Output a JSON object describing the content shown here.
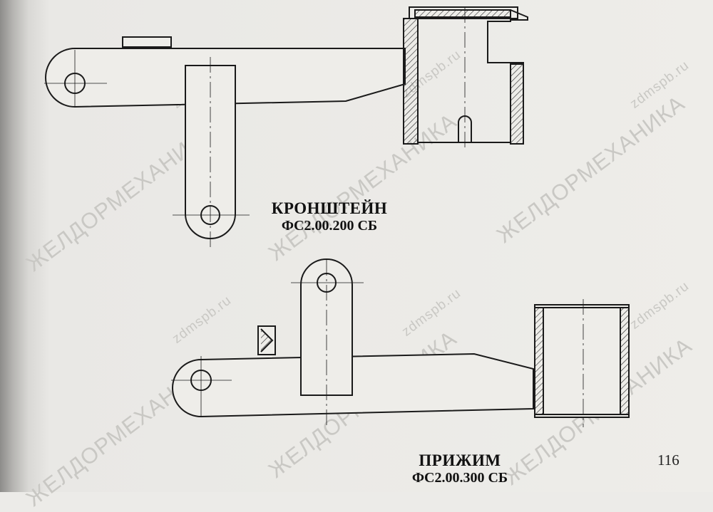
{
  "drawing1": {
    "title": "КРОНШТЕЙН",
    "code": "ФС2.00.200 СБ"
  },
  "drawing2": {
    "title": "ПРИЖИМ",
    "code": "ФС2.00.300 СБ"
  },
  "page_number": "116",
  "watermarks": {
    "site": "zdmspb.ru",
    "brand": "ЖЕЛДОРМЕХАНИКА"
  }
}
